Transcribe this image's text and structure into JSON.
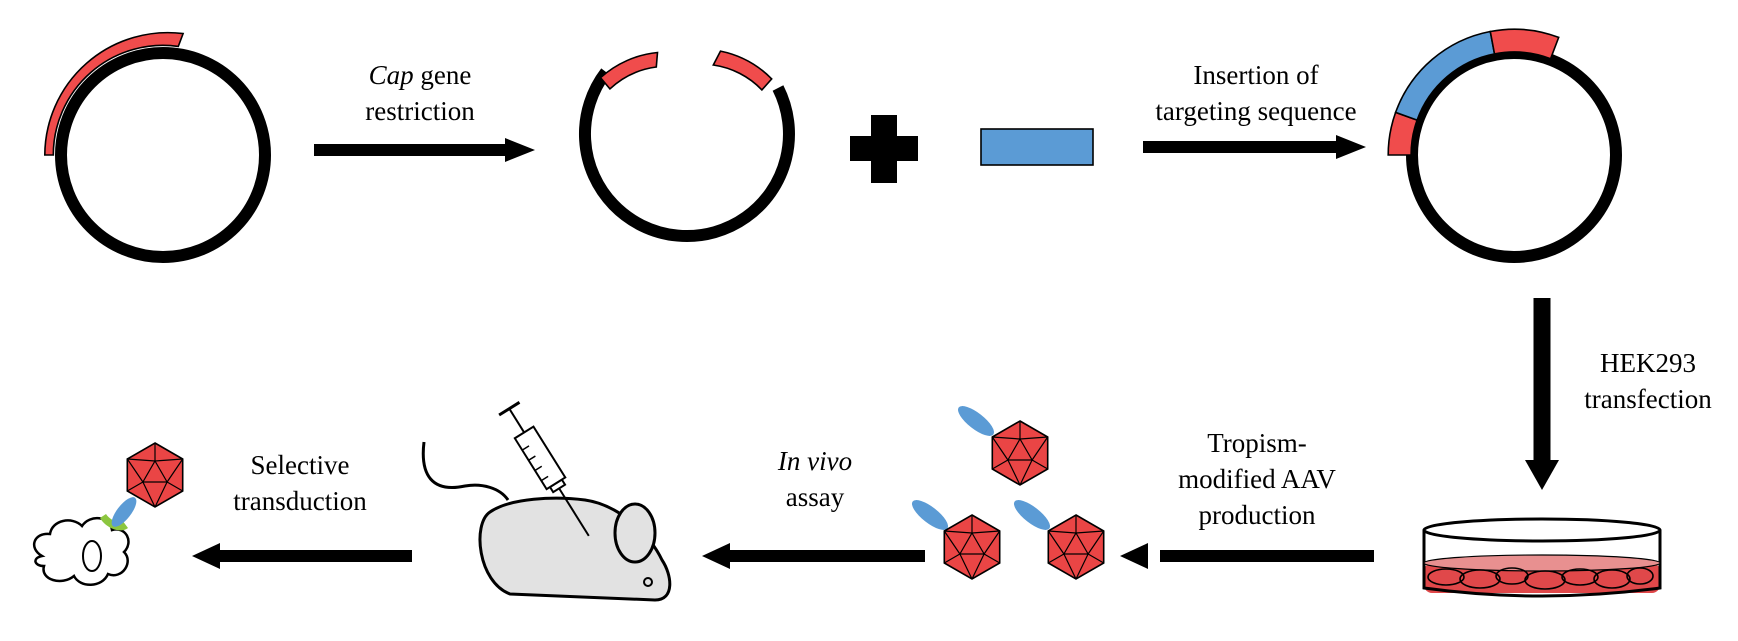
{
  "labels": {
    "cap_italic": "Cap",
    "cap_rest": " gene",
    "cap_line2": "restriction",
    "insert_line1": "Insertion of",
    "insert_line2": "targeting sequence",
    "hek_line1": "HEK293",
    "hek_line2": "transfection",
    "aav_line1": "Tropism-",
    "aav_line2": "modified AAV",
    "aav_line3": "production",
    "invivo_italic": "In vivo",
    "invivo_line2": "assay",
    "sel_line1": "Selective",
    "sel_line2": "transduction"
  },
  "colors": {
    "cap_gene": "#f04c4c",
    "targeting_sequence": "#5b9bd5",
    "plasmid_backbone": "#000000",
    "capsid": "#ea4545",
    "mouse_body": "#e2e2e2",
    "receptor": "#8cc63f",
    "culture_medium": "#e0484a"
  },
  "icons": [
    "plasmid-icon",
    "restricted-plasmid-icon",
    "plus-icon",
    "targeting-sequence-icon",
    "modified-plasmid-icon",
    "petri-dish-icon",
    "aav-capsid-icon",
    "mouse-icon",
    "syringe-icon",
    "target-cell-icon"
  ]
}
